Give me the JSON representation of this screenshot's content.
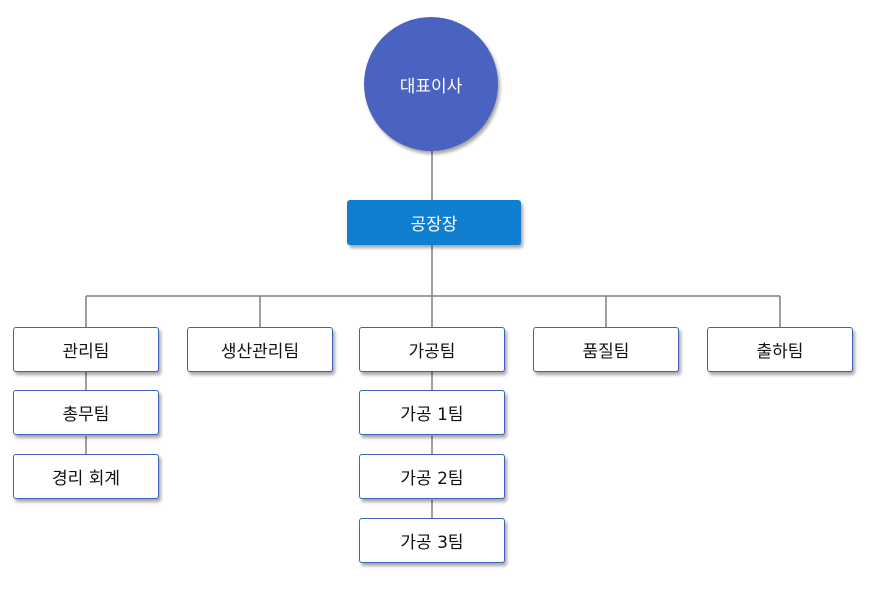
{
  "org_chart": {
    "ceo": "대표이사",
    "plant_manager": "공장장",
    "teams": {
      "admin": "관리팀",
      "production_mgmt": "생산관리팀",
      "processing": "가공팀",
      "quality": "품질팀",
      "shipping": "출하팀"
    },
    "admin_subteams": {
      "general_affairs": "총무팀",
      "accounting": "경리 회계"
    },
    "processing_subteams": {
      "team1": "가공 1팀",
      "team2": "가공 2팀",
      "team3": "가공 3팀"
    }
  },
  "colors": {
    "ceo_fill": "#4a62c0",
    "plant_fill": "#0f7dd0",
    "box_border": "#3f63b8",
    "connector": "#7f7f7f"
  }
}
